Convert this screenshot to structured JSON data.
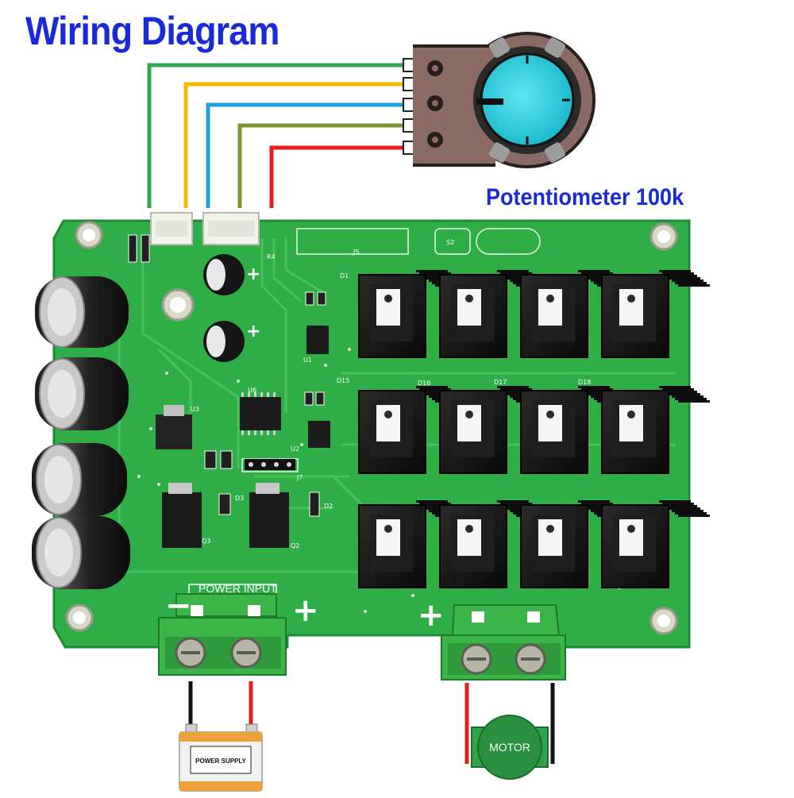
{
  "title": "Wiring Diagram",
  "potentiometer_label": "Potentiometer 100k",
  "power_input_label": "POWER INPUT",
  "power_supply_label": "POWER SUPPLY",
  "motor_label": "MOTOR",
  "minus_sign": "−",
  "plus_sign": "+",
  "wire_colors": [
    "#2fa84f",
    "#f6b800",
    "#21a0e0",
    "#7a9a2a",
    "#e41d1d"
  ],
  "pcb_labels": {
    "u3": "U3",
    "u6": "U6",
    "u1": "U1",
    "u2": "U2",
    "q2": "Q2",
    "q3": "Q3",
    "d1": "D1",
    "d2": "D2",
    "d3": "D3",
    "d15": "D15",
    "d16": "D16",
    "d17": "D17",
    "d18": "D18",
    "r4": "R4",
    "s2": "S2",
    "j5": "J5",
    "j7": "J7"
  },
  "colors": {
    "pcb": "#2fae48",
    "heatsink": "#141414",
    "terminal": "#3bb54a",
    "knob": "#2cd0e0"
  }
}
